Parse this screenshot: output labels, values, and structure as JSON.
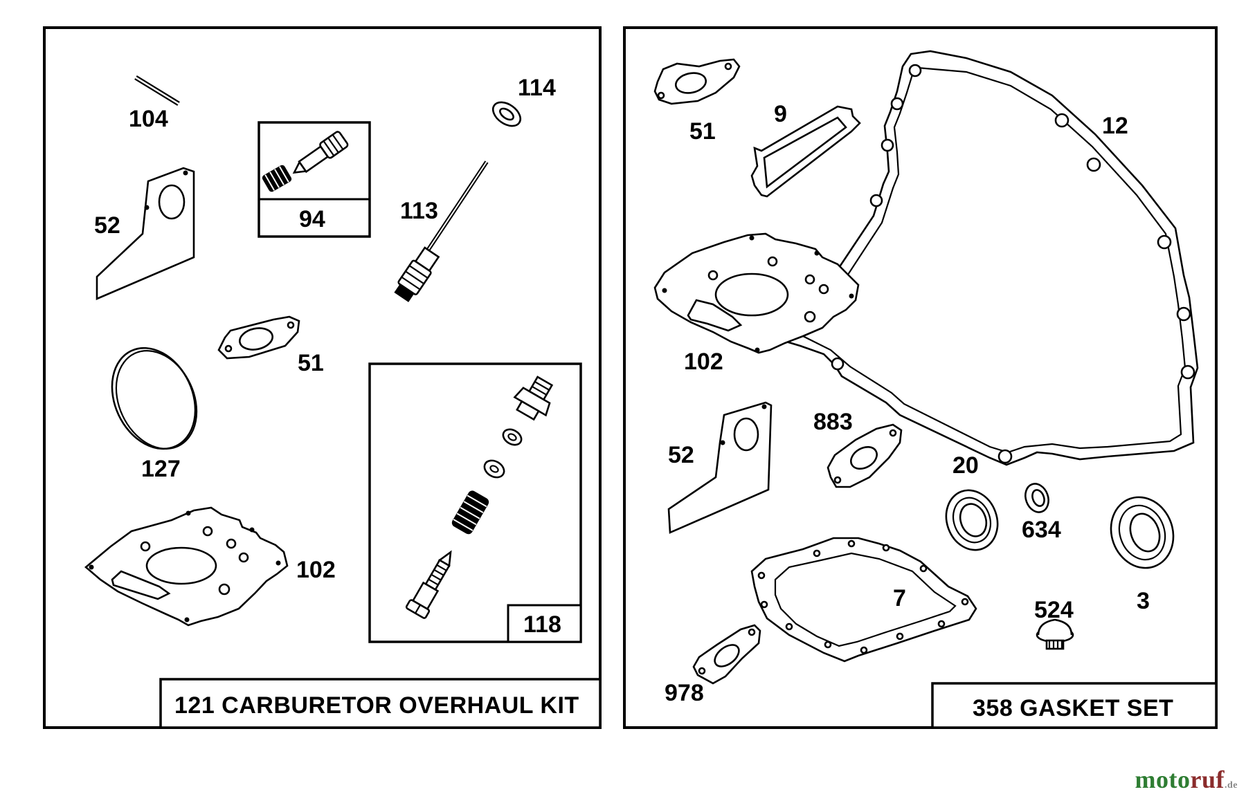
{
  "panels": {
    "left": {
      "kit_label": "121 CARBURETOR OVERHAUL KIT",
      "parts": {
        "p104": "104",
        "p94": "94",
        "p114": "114",
        "p52": "52",
        "p113": "113",
        "p51": "51",
        "p127": "127",
        "p118": "118",
        "p102": "102"
      }
    },
    "right": {
      "kit_label": "358 GASKET SET",
      "parts": {
        "p51": "51",
        "p9": "9",
        "p12": "12",
        "p102": "102",
        "p52": "52",
        "p883": "883",
        "p20": "20",
        "p634": "634",
        "p3": "3",
        "p7": "7",
        "p524": "524",
        "p978": "978"
      }
    }
  },
  "watermark": {
    "brand_a": "moto",
    "brand_b": "ruf",
    "domain": ".de"
  },
  "colors": {
    "line": "#000000",
    "background": "#ffffff",
    "wm_a": "#2e7d32",
    "wm_b": "#8b2c2c"
  }
}
